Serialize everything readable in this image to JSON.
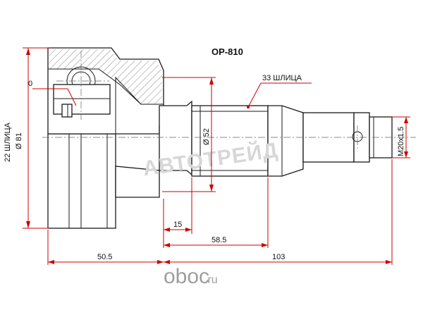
{
  "diagram": {
    "part_number": "OP-810",
    "labels": {
      "spline_outer": "33 ШЛИЦА",
      "spline_inner": "22 ШЛИЦА",
      "diameter_body": "Ø 81",
      "diameter_shaft": "Ø 52",
      "thread": "M20x1.5",
      "ring_ref": "0",
      "length_15": "15",
      "length_58_5": "58.5",
      "length_103": "103",
      "length_50_5": "50.5"
    },
    "watermark": "АВТОТРЕЙД",
    "colors": {
      "dimension": "#cc0000",
      "outline": "#1a1a1a",
      "watermark": "#d7d7d7"
    }
  },
  "footer": {
    "brand_name": "oboc",
    "brand_suffix": ".ru"
  }
}
